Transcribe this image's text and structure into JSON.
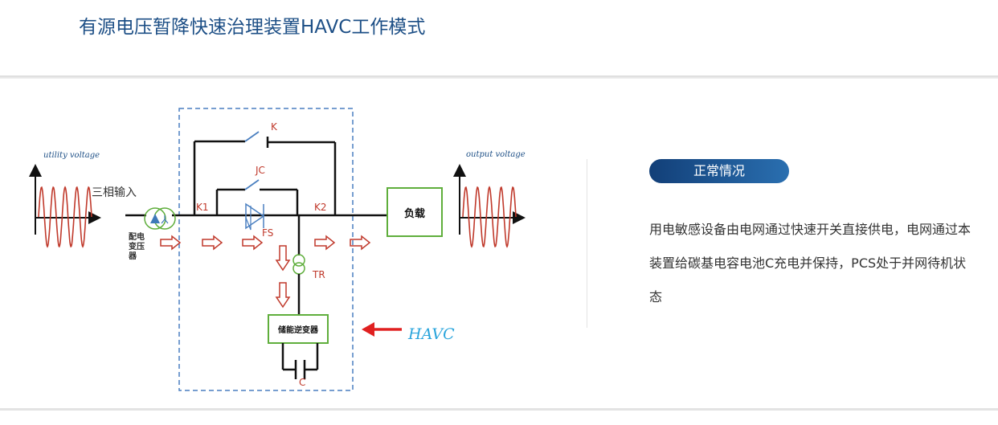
{
  "page": {
    "title": "有源电压暂降快速治理装置HAVC工作模式"
  },
  "diagram": {
    "input_wave_label": "utility voltage",
    "output_wave_label": "output voltage",
    "three_phase_input": "三相输入",
    "transformer_label": "配电变压器",
    "switch_k": "K",
    "switch_jc": "JC",
    "node_k1": "K1",
    "node_k2": "K2",
    "thyristor_fs": "FS",
    "transformer_tr": "TR",
    "load_label": "负载",
    "pcs_label": "储能逆变器",
    "capacitor_c": "C",
    "havc_label": "HAVC",
    "colors": {
      "wave": "#c0392b",
      "arrow": "#c0392b",
      "box_border": "#5fae3c",
      "dashed_border": "#4a7fc0",
      "havc_text": "#2aa5dc",
      "wire": "#111111"
    }
  },
  "info": {
    "status_label": "正常情况",
    "description": "用电敏感设备由电网通过快速开关直接供电，电网通过本装置给碳基电容电池C充电并保持，PCS处于并网待机状态"
  }
}
